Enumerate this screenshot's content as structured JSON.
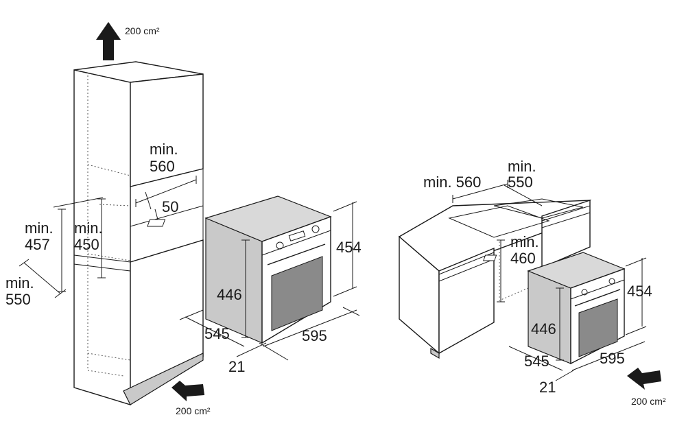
{
  "airflow": {
    "top": "200 cm²",
    "left_bottom": "200 cm²",
    "right_bottom": "200 cm²"
  },
  "column_unit": {
    "niche_width": [
      "min.",
      "560"
    ],
    "gap": "50",
    "niche_height_outer": [
      "min.",
      "457"
    ],
    "niche_height_inner": [
      "min.",
      "450"
    ],
    "depth": [
      "min.",
      "550"
    ]
  },
  "oven_left": {
    "height": "454",
    "body_height": "446",
    "depth": "545",
    "width": "595",
    "front": "21"
  },
  "under_counter": {
    "niche_width": "min. 560",
    "niche_depth": [
      "min.",
      "550"
    ],
    "niche_height": [
      "min.",
      "460"
    ]
  },
  "oven_right": {
    "height": "454",
    "body_height": "446",
    "depth": "545",
    "width": "595",
    "front": "21"
  }
}
